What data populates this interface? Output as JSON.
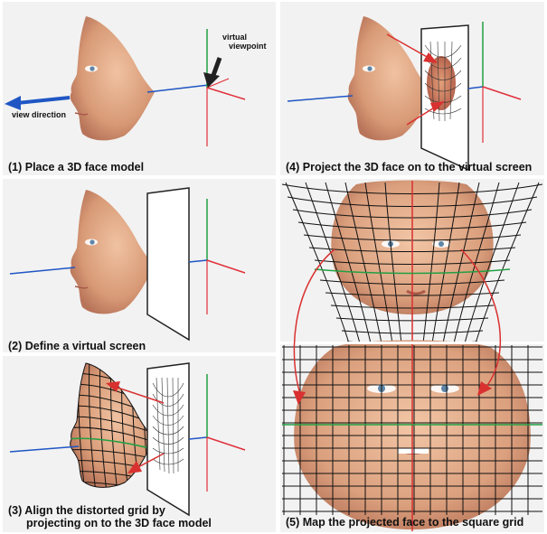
{
  "panels": [
    {
      "caption": "(1) Place a 3D face model",
      "annotations": {
        "viewpoint_line1": "virtual",
        "viewpoint_line2": "viewpoint",
        "view_direction": "view direction"
      }
    },
    {
      "caption": "(2) Define a virtual screen"
    },
    {
      "caption_line1": "(3) Align the distorted grid by",
      "caption_line2": "projecting on to the 3D face model"
    },
    {
      "caption": "(4) Project the 3D face on to the virtual screen"
    },
    {
      "caption": "(5) Map the projected face to the square grid"
    }
  ],
  "colors": {
    "panel_bg": "#f2f2f2",
    "arrow_red": "#d93030",
    "axis_blue": "#1f56c4",
    "axis_green": "#22a043",
    "axis_red": "#e0303a",
    "skin": "#dca07e",
    "grid": "#111111",
    "view_arrow": "#1f56c4"
  }
}
